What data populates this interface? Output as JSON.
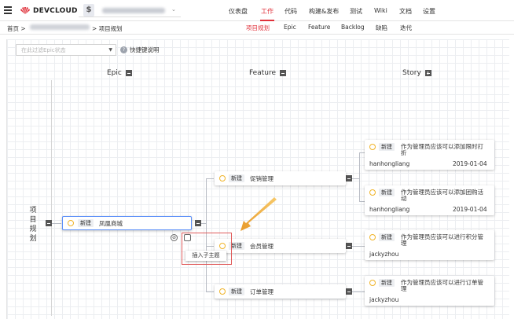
{
  "topbar": {
    "brand": "DEVCLOUD",
    "project_icon": "$",
    "nav": [
      "仪表盘",
      "工作",
      "代码",
      "构建&发布",
      "测试",
      "Wiki",
      "文档",
      "设置"
    ],
    "active_nav": "工作"
  },
  "breadcrumb": {
    "home": "首页 >",
    "current": "> 项目规划"
  },
  "subnav": [
    "项目规划",
    "Epic",
    "Feature",
    "Backlog",
    "缺陷",
    "迭代"
  ],
  "filter": {
    "placeholder": "在此过滤Epic状态",
    "hotkey_label": "快捷键说明",
    "help_icon": "?"
  },
  "columns": {
    "epic": "Epic",
    "feature": "Feature",
    "story": "Story"
  },
  "side_label": [
    "项",
    "目",
    "规",
    "划"
  ],
  "epic_card": {
    "status": "新建",
    "title": "凤凰商城"
  },
  "features": [
    {
      "status": "新建",
      "title": "促销管理"
    },
    {
      "status": "新建",
      "title": "会员管理"
    },
    {
      "status": "新建",
      "title": "订单管理"
    }
  ],
  "stories": [
    {
      "status": "新建",
      "title_line1": "作为管理员应该可以添加限时打",
      "title_line2": "折",
      "owner": "hanhongliang",
      "date": "2019-01-04"
    },
    {
      "status": "新建",
      "title_line1": "作为管理员应该可以添加团购活",
      "title_line2": "动",
      "owner": "hanhongliang",
      "date": "2019-01-04"
    },
    {
      "status": "新建",
      "title_line1": "作为管理员应该可以进行积分管",
      "title_line2": "理",
      "owner": "jackyzhou",
      "date": ""
    },
    {
      "status": "新建",
      "title_line1": "作为管理员应该可以进行订单管",
      "title_line2": "理",
      "owner": "jackyzhou",
      "date": ""
    }
  ],
  "tooltip": "插入子主题",
  "colors": {
    "accent": "#e0303a",
    "status_circle": "#f0b429",
    "annotation": "#e05a5a",
    "arrow": "#f0a030"
  }
}
